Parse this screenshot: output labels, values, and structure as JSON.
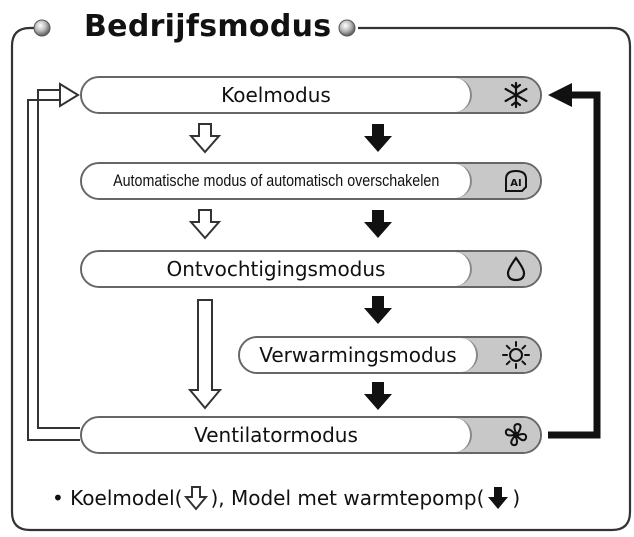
{
  "title": "Bedrijfsmodus",
  "modes": [
    {
      "label": "Koelmodus",
      "icon": "snowflake-icon"
    },
    {
      "label": "Automatische modus of automatisch overschakelen",
      "icon": "ai-icon"
    },
    {
      "label": "Ontvochtigingsmodus",
      "icon": "droplet-icon"
    },
    {
      "label": "Verwarmingsmodus",
      "icon": "sun-icon"
    },
    {
      "label": "Ventilatormodus",
      "icon": "fan-icon"
    }
  ],
  "legend": {
    "bullet": "•",
    "cooling_label": "Koelmodel(",
    "separator": "), Model met warmtepomp(",
    "closing": ")"
  },
  "arrow_styles": {
    "cooling_model": "hollow-arrow",
    "heat_pump_model": "solid-arrow"
  },
  "colors": {
    "pill_tail": "#c8c8c8",
    "outline": "#333333",
    "solid": "#111111"
  }
}
